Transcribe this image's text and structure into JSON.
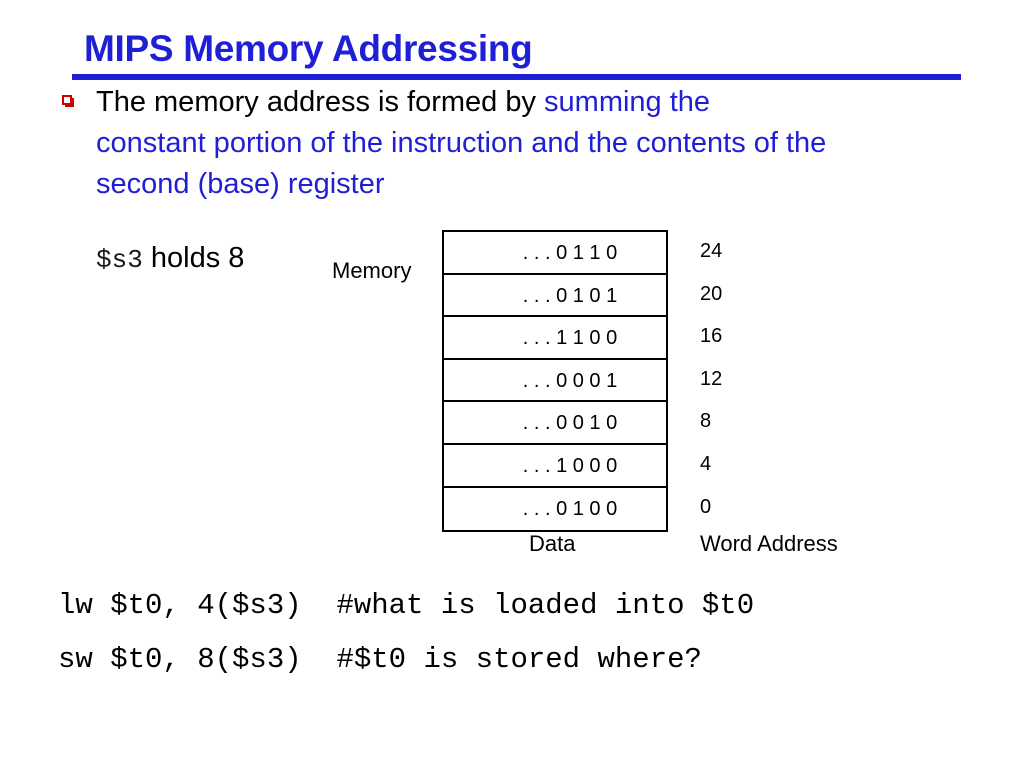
{
  "slide": {
    "title": "MIPS Memory Addressing",
    "accent_color": "#1f1fd6",
    "bullet_color": "#cc0000",
    "bullet_icon": "hollow-square-bullet",
    "bullet": {
      "text_plain": "The memory address is formed by ",
      "text_highlight_1": "summing the",
      "text_highlight_2": "constant portion of the instruction and the contents of the",
      "text_highlight_3": "second (base) register"
    },
    "register_note": {
      "register": "$s3",
      "text": " holds 8"
    }
  },
  "memory": {
    "label": "Memory",
    "data_label": "Data",
    "address_label": "Word Address",
    "rows": [
      {
        "data": ". . . 0 1 1 0",
        "address": "24"
      },
      {
        "data": ". . . 0 1 0 1",
        "address": "20"
      },
      {
        "data": ". . . 1 1 0 0",
        "address": "16"
      },
      {
        "data": ". . . 0 0 0 1",
        "address": "12"
      },
      {
        "data": ". . . 0 0 1 0",
        "address": "8"
      },
      {
        "data": ". . . 1 0 0 0",
        "address": "4"
      },
      {
        "data": ". . . 0 1 0 0",
        "address": "0"
      }
    ]
  },
  "code": {
    "line1": "lw $t0, 4($s3)  #what is loaded into $t0",
    "line2": "sw $t0, 8($s3)  #$t0 is stored where?"
  }
}
